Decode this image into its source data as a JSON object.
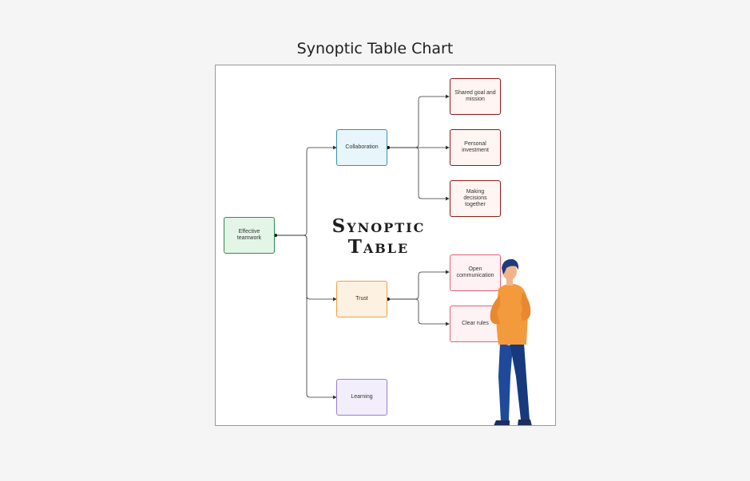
{
  "header": {
    "title": "Synoptic Table Chart"
  },
  "diagram": {
    "center_text_line1": "Synoptic",
    "center_text_line2": "Table",
    "root": {
      "label": "Effective teamwork",
      "color": "#2e8b57"
    },
    "branches": [
      {
        "label": "Collaboration",
        "color": "#3a8fb0",
        "children": [
          "Shared goal and mission",
          "Personal investment",
          "Making decisions together"
        ],
        "child_color": "#8b1a1a"
      },
      {
        "label": "Trust",
        "color": "#f0a040",
        "children": [
          "Open communication",
          "Clear rules"
        ],
        "child_color": "#e0607a"
      },
      {
        "label": "Learning",
        "color": "#9b7fd0",
        "children": []
      }
    ]
  },
  "illustration": {
    "icon": "person-standing-icon",
    "shirt_color": "#f39a3d",
    "pants_color": "#1f4a9a"
  }
}
